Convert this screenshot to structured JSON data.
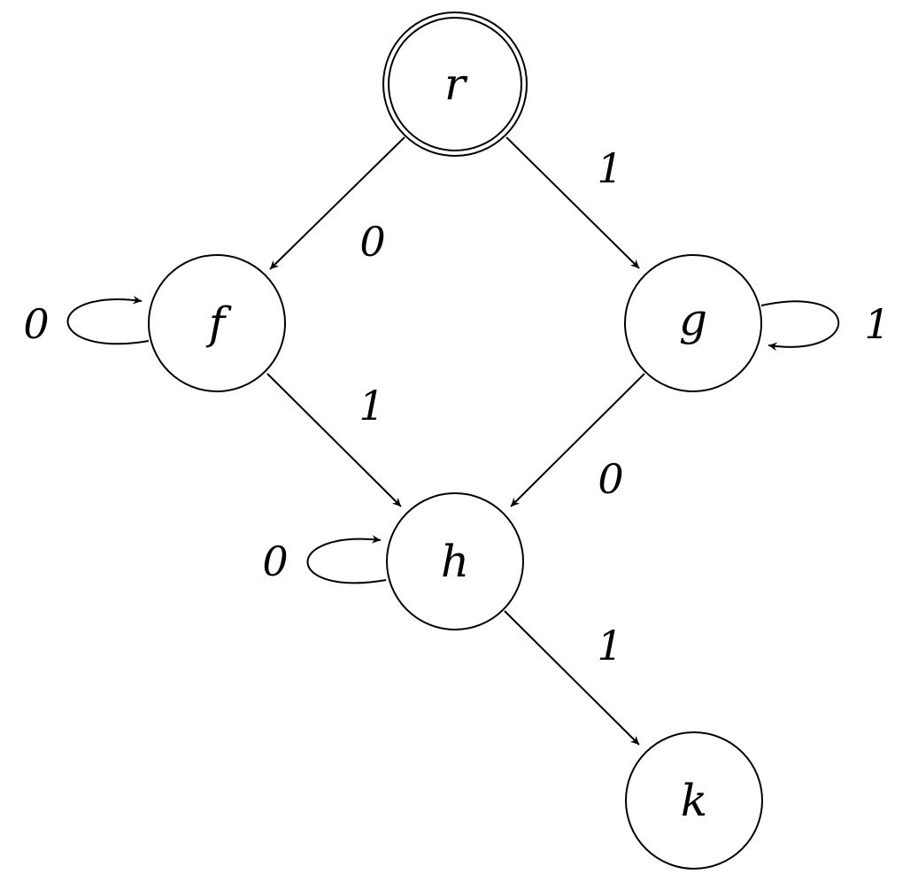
{
  "states": [
    {
      "id": "r",
      "label": "r",
      "accepting": true
    },
    {
      "id": "f",
      "label": "f",
      "accepting": false
    },
    {
      "id": "g",
      "label": "g",
      "accepting": false
    },
    {
      "id": "h",
      "label": "h",
      "accepting": false
    },
    {
      "id": "k",
      "label": "k",
      "accepting": false
    }
  ],
  "transitions": [
    {
      "from": "r",
      "to": "f",
      "label": "0"
    },
    {
      "from": "r",
      "to": "g",
      "label": "1"
    },
    {
      "from": "f",
      "to": "f",
      "label": "0"
    },
    {
      "from": "g",
      "to": "g",
      "label": "1"
    },
    {
      "from": "f",
      "to": "h",
      "label": "1"
    },
    {
      "from": "g",
      "to": "h",
      "label": "0"
    },
    {
      "from": "h",
      "to": "h",
      "label": "0"
    },
    {
      "from": "h",
      "to": "k",
      "label": "1"
    }
  ],
  "colors": {
    "stroke": "#000000",
    "background": "#ffffff"
  }
}
